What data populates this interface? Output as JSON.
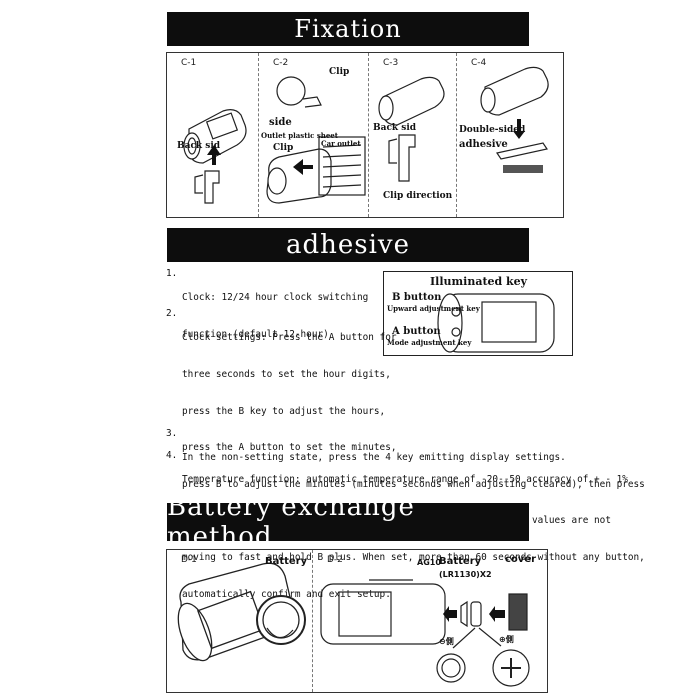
{
  "sections": {
    "fixation": {
      "title": "Fixation",
      "panels": [
        {
          "label": "C-1",
          "annotations": [
            "Back sid"
          ]
        },
        {
          "label": "C-2",
          "annotations": [
            "Clip",
            "side",
            "Outlet plastic sheet",
            "Car outlet",
            "Clip"
          ]
        },
        {
          "label": "C-3",
          "annotations": [
            "Back sid",
            "Clip direction"
          ]
        },
        {
          "label": "C-4",
          "annotations": [
            "Double-sided",
            "adhesive"
          ]
        }
      ]
    },
    "adhesive": {
      "title": "adhesive",
      "key_diagram": {
        "title": "Illuminated key",
        "b_button": "B button",
        "b_desc": "Upward adjustment key",
        "a_button": "A button",
        "a_desc": "Mode adjustment key"
      },
      "steps": [
        {
          "num": "1.",
          "lines": [
            "Clock: 12/24 hour clock switching",
            "function (default 12-hour)"
          ]
        },
        {
          "num": "2.",
          "lines": [
            "Clock settings: Press the A button for",
            "three seconds to set the hour digits,",
            "press the B key to adjust the hours,",
            "press the A button to set the minutes,",
            "press B to adjust the minutes (minutes seconds when adjusting cleared), then press",
            "the A key to confirm the settings and exit. In the adjustment values are not",
            "moving to fast and hold B plus. When set, more than 60 seconds without any button,",
            "automatically confirm and exit setup."
          ]
        },
        {
          "num": "3.",
          "lines": [
            "In the non-setting state, press the 4 key emitting display settings."
          ]
        },
        {
          "num": "4.",
          "lines": [
            "Temperature function: automatic temperature range of -20--50 accuracy of + - 1%"
          ]
        }
      ]
    },
    "battery": {
      "title": "Battery exchange method",
      "panels": [
        {
          "label": "D-1",
          "annotations": [
            "Battery"
          ]
        },
        {
          "label": "D-2",
          "annotations": [
            "AG10",
            "Battery",
            "(LR1130)X2",
            "cover",
            "⊖側",
            "⊕側"
          ]
        }
      ]
    }
  }
}
